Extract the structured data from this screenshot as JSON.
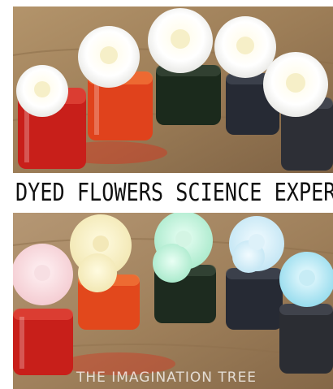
{
  "banner": {
    "title": "DYED FLOWERS SCIENCE EXPERIMEN"
  },
  "watermark": {
    "text": "THE IMAGINATION TREE"
  },
  "photos": {
    "top": {
      "jar_liquids": [
        "red",
        "orange",
        "dark green",
        "navy",
        "dark blue"
      ],
      "flower_color": "white"
    },
    "bottom": {
      "jar_liquids": [
        "red",
        "orange",
        "dark green",
        "navy",
        "dark blue"
      ],
      "flower_colors": [
        "pink",
        "pale yellow",
        "mint green",
        "light blue",
        "aqua"
      ]
    }
  },
  "colors": {
    "background": "#ffffff",
    "title_text": "#111111",
    "table_wood": "#9a7b55"
  }
}
